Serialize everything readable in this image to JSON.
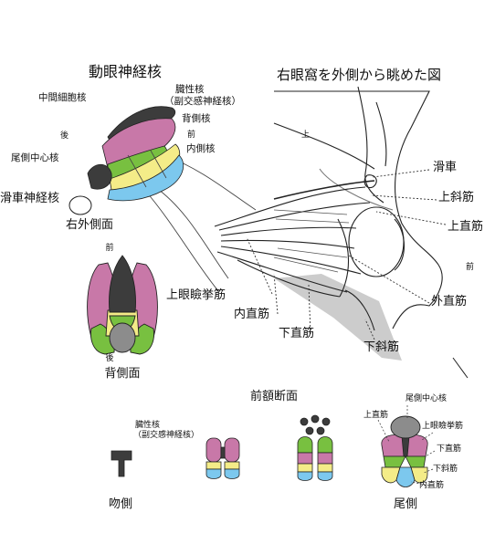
{
  "labels": {
    "oculomotor_nucleus": "動眼神経核",
    "title_right_orbit": "右眼窩を外側から眺めた図",
    "edinger_westphal": "臓性核",
    "edinger_westphal_sub": "（副交感神経核）",
    "central_caudal_small": "中間細胞核",
    "dorsal_nucleus": "背側核",
    "posterior": "後",
    "anterior": "前",
    "medial_nucleus": "内側核",
    "caudal_central": "尾側中心核",
    "trochlear_nucleus": "滑車神経核",
    "right_lateral_view": "右外側面",
    "superior": "上",
    "trochlea": "滑車",
    "superior_oblique": "上斜筋",
    "superior_rectus": "上直筋",
    "anterior_right": "前",
    "lateral_rectus": "外直筋",
    "levator": "上眼瞼挙筋",
    "medial_rectus": "内直筋",
    "inferior_rectus": "下直筋",
    "inferior_oblique": "下斜筋",
    "dorsal_front": "前",
    "dorsal_back": "後",
    "dorsal_view": "背側面",
    "frontal_section": "前額断面",
    "visceral_small": "臓性核",
    "visceral_small_sub": "（副交感神経核）",
    "rostral": "吻側",
    "caudal": "尾側",
    "c_caudal_central": "尾側中心核",
    "c_superior_rectus": "上直筋",
    "c_levator": "上眼瞼挙筋",
    "c_inferior_rectus": "下直筋",
    "c_inferior_oblique": "下斜筋",
    "c_medial_rectus": "内直筋"
  },
  "colors": {
    "dark": "#3c3c3c",
    "pink": "#c878a8",
    "green": "#78c040",
    "yellow": "#f4ec88",
    "blue": "#7cc8ee",
    "gray": "#8c8c8c",
    "lightgray": "#cccccc"
  }
}
